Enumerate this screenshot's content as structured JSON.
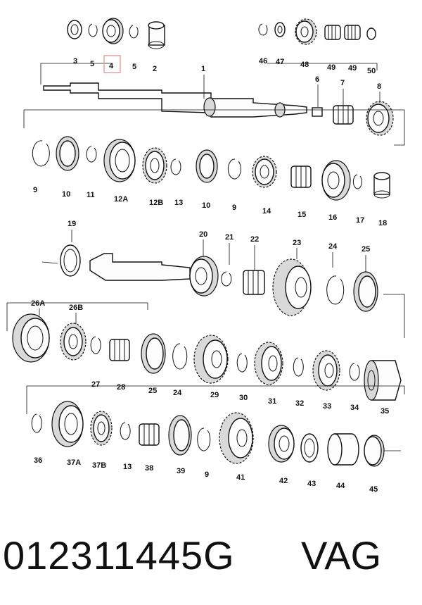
{
  "callouts": {
    "c3": "3",
    "c5a": "5",
    "c4": "4",
    "c5b": "5",
    "c2": "2",
    "c46": "46",
    "c47": "47",
    "c48": "48",
    "c49a": "49",
    "c49b": "49",
    "c50": "50",
    "c1": "1",
    "c6": "6",
    "c7": "7",
    "c8": "8",
    "c9a": "9",
    "c10a": "10",
    "c11": "11",
    "c12A": "12A",
    "c12B": "12B",
    "c13a": "13",
    "c10b": "10",
    "c9b": "9",
    "c14": "14",
    "c15": "15",
    "c16": "16",
    "c17": "17",
    "c18": "18",
    "c19": "19",
    "c20": "20",
    "c21": "21",
    "c22": "22",
    "c23": "23",
    "c24a": "24",
    "c25a": "25",
    "c26A": "26A",
    "c26B": "26B",
    "c27": "27",
    "c28": "28",
    "c25b": "25",
    "c24b": "24",
    "c29": "29",
    "c30": "30",
    "c31": "31",
    "c32": "32",
    "c33": "33",
    "c34": "34",
    "c35": "35",
    "c36": "36",
    "c37A": "37A",
    "c37B": "37B",
    "c13b": "13",
    "c38": "38",
    "c39": "39",
    "c9c": "9",
    "c41": "41",
    "c42": "42",
    "c43": "43",
    "c44": "44",
    "c45": "45"
  },
  "highlighted_callout": "4",
  "highlight_color": "#e8a0a0",
  "footer": {
    "part_number": "012311445G",
    "brand": "VAG"
  }
}
